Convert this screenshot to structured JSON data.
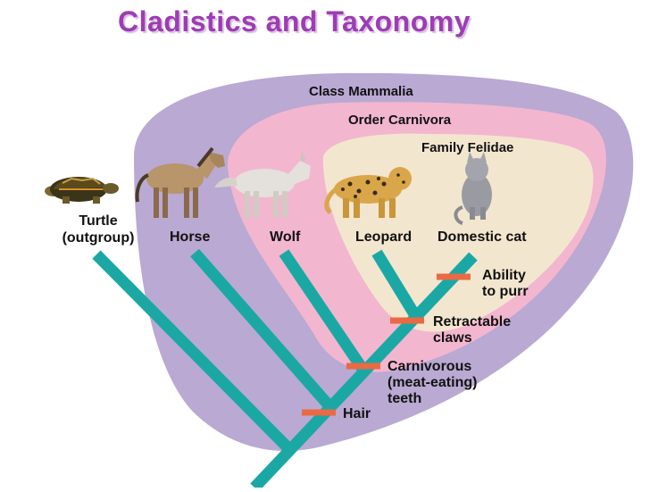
{
  "title": "Cladistics and Taxonomy",
  "groups": {
    "class": "Class Mammalia",
    "order": "Order Carnivora",
    "family": "Family Felidae"
  },
  "taxa": {
    "turtle_line1": "Turtle",
    "turtle_line2": "(outgroup)",
    "horse": "Horse",
    "wolf": "Wolf",
    "leopard": "Leopard",
    "domestic_cat": "Domestic cat"
  },
  "traits": {
    "hair": "Hair",
    "carnivorous_line1": "Carnivorous",
    "carnivorous_line2": "(meat-eating)",
    "carnivorous_line3": "teeth",
    "retractable_line1": "Retractable",
    "retractable_line2": "claws",
    "purr_line1": "Ability",
    "purr_line2": "to purr"
  },
  "colors": {
    "mammalia": "#b9a9d3",
    "carnivora": "#f3b6cf",
    "felidae": "#f3e6cf",
    "tree": "#1ba8a5",
    "trait_marker": "#e96a43",
    "title": "#9d3cb4"
  }
}
